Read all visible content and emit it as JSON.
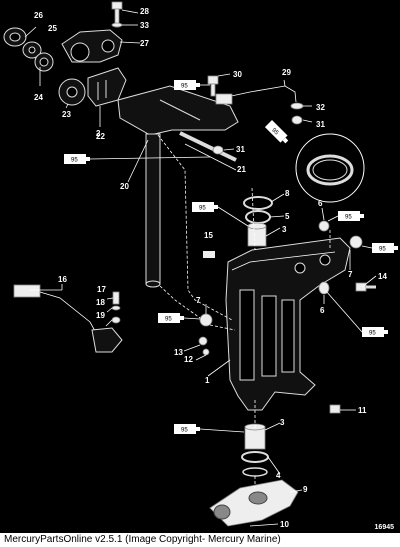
{
  "figure_number": "16945",
  "footer_text": "MercuryPartsOnline v2.5.1 (Image Copyright- Mercury Marine)",
  "callouts": [
    "1",
    "2",
    "3",
    "3",
    "4",
    "5",
    "6",
    "6",
    "7",
    "7",
    "8",
    "9",
    "10",
    "11",
    "12",
    "13",
    "14",
    "15",
    "16",
    "17",
    "18",
    "19",
    "20",
    "21",
    "22",
    "23",
    "24",
    "25",
    "26",
    "27",
    "28",
    "29",
    "30",
    "31",
    "31",
    "32",
    "33"
  ],
  "tube_labels": [
    "95",
    "95",
    "95",
    "95",
    "95",
    "95",
    "95",
    "95",
    "95"
  ]
}
